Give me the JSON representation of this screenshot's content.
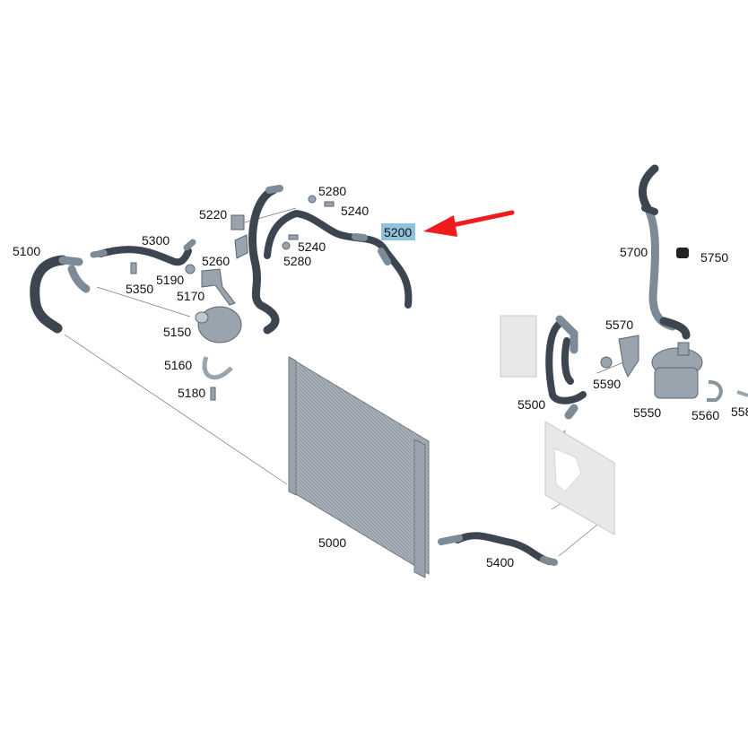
{
  "diagram": {
    "highlight_color": "#8fc3dc",
    "arrow_color": "#ee1c1c",
    "highlighted_part": "5200",
    "labels": {
      "p5000": "5000",
      "p5100": "5100",
      "p5150": "5150",
      "p5160": "5160",
      "p5170": "5170",
      "p5180": "5180",
      "p5190": "5190",
      "p5200": "5200",
      "p5220": "5220",
      "p5240a": "5240",
      "p5240b": "5240",
      "p5260": "5260",
      "p5280a": "5280",
      "p5280b": "5280",
      "p5300": "5300",
      "p5350": "5350",
      "p5400": "5400",
      "p5500": "5500",
      "p5550": "5550",
      "p5560": "5560",
      "p558x": "558",
      "p5570": "5570",
      "p5590": "5590",
      "p5700": "5700",
      "p5750": "5750"
    }
  }
}
